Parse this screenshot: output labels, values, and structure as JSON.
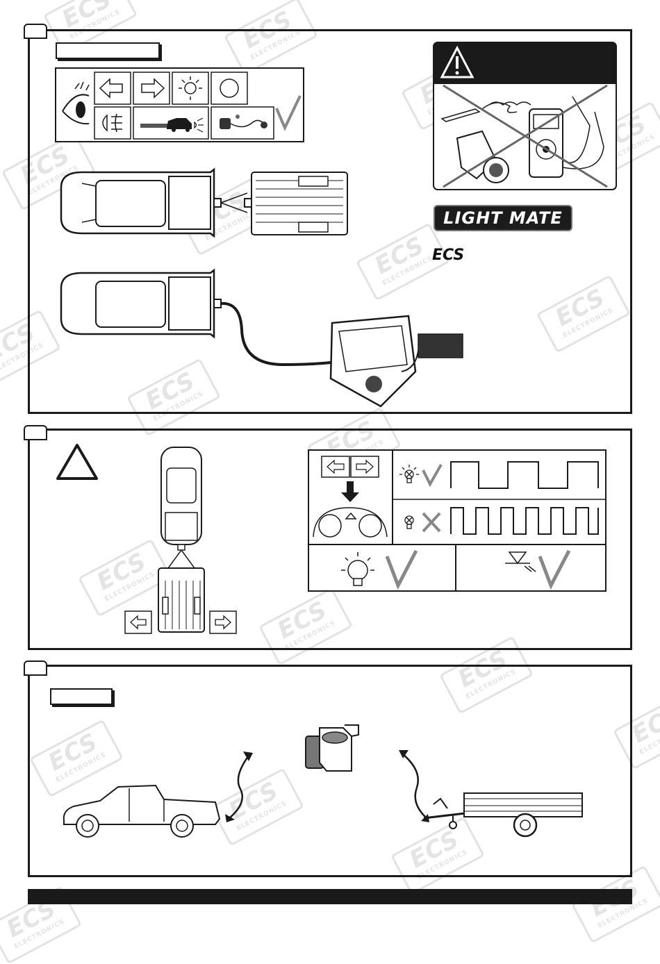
{
  "brand": {
    "product_logo": "LIGHT MATE",
    "company_logo": "ECS",
    "watermark_big": "ECS",
    "watermark_small": "ELECTRONICS"
  },
  "icons": {
    "warning": "warning-triangle-icon",
    "eye": "eye-icon",
    "arrow_left": "arrow-left-icon",
    "arrow_right": "arrow-right-icon",
    "light": "light-icon",
    "circle": "circle-icon",
    "fog_light": "fog-light-icon",
    "car_light": "car-light-icon",
    "wiring": "wiring-icon",
    "check": "check-icon",
    "cross": "cross-icon",
    "bulb": "bulb-icon",
    "led": "led-icon"
  },
  "colors": {
    "ink": "#1a1a1a",
    "watermark": "#e2e2e2",
    "background": "#ffffff"
  }
}
